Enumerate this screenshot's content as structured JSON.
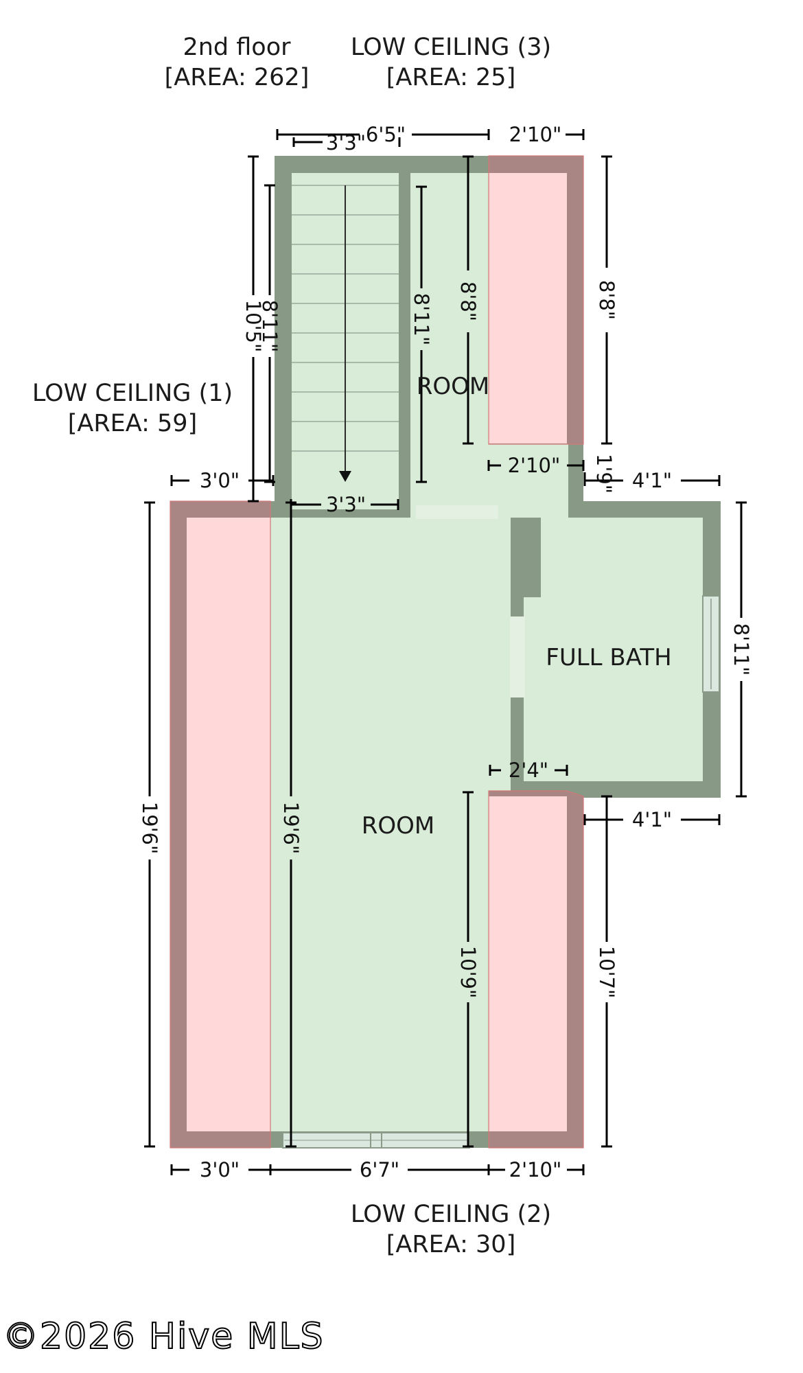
{
  "floor": {
    "name": "2nd floor",
    "area": "[AREA: 262]"
  },
  "low_ceilings": [
    {
      "name": "LOW CEILING (1)",
      "area": "[AREA: 59]"
    },
    {
      "name": "LOW CEILING (2)",
      "area": "[AREA: 30]"
    },
    {
      "name": "LOW CEILING (3)",
      "area": "[AREA: 25]"
    }
  ],
  "rooms": {
    "upper": "ROOM",
    "lower": "ROOM",
    "bath": "FULL BATH"
  },
  "dimensions": {
    "top_total": "6'5\"",
    "top_stair": "3'3\"",
    "top_right": "2'10\"",
    "right_upper": "8'8\"",
    "left_upper_outer": "10'5\"",
    "left_upper_inner": "8'11\"",
    "stair_right": "8'11\"",
    "room_upper_inner": "8'8\"",
    "mid_right": "2'10\"",
    "mid_small": "1'9\"",
    "mid_left": "3'0\"",
    "stair_bottom": "3'3\"",
    "bath_top": "4'1\"",
    "bath_right": "8'11\"",
    "bath_bottom": "4'1\"",
    "bath_door": "2'4\"",
    "left_outer": "19'6\"",
    "left_inner": "19'6\"",
    "lower_inner": "10'9\"",
    "right_lower": "10'7\"",
    "bottom_left": "3'0\"",
    "bottom_mid": "6'7\"",
    "bottom_right": "2'10\""
  },
  "watermark": "©2026 Hive MLS",
  "colors": {
    "wall": "#889a85",
    "room_fill": "#d9ecd8",
    "low_ceiling_fill": "#ffd8da",
    "low_ceiling_wall": "#a98584",
    "stair_line": "#9aa99a"
  }
}
